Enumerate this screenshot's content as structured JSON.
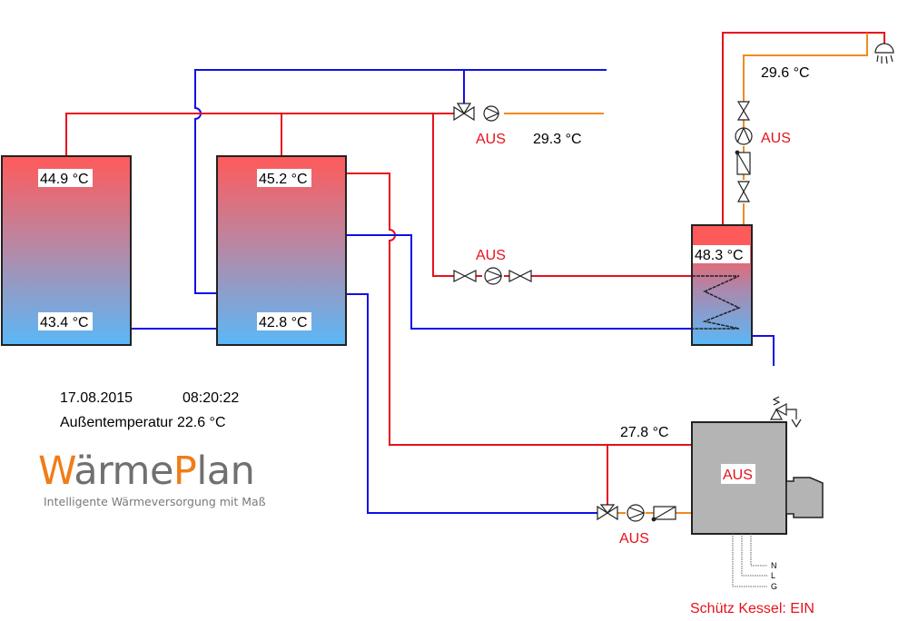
{
  "colors": {
    "hot_pipe": "#e8101a",
    "cold_pipe": "#1010e8",
    "dhw_pipe": "#f08a20",
    "tank_top": "#ff5a5a",
    "tank_bottom": "#5ab8f8",
    "boiler": "#b4b4b4",
    "status_text": "#e8101a",
    "logo_accent": "#f07d18",
    "logo_gray": "#707070"
  },
  "buffer_tank_1": {
    "top_temp": "44.9 °C",
    "bottom_temp": "43.4 °C"
  },
  "buffer_tank_2": {
    "top_temp": "45.2 °C",
    "bottom_temp": "42.8 °C"
  },
  "heating_circuit": {
    "pump_status": "AUS",
    "flow_temp": "29.3 °C"
  },
  "dhw_loading": {
    "pump_status": "AUS"
  },
  "dhw_tank": {
    "temp": "48.3 °C"
  },
  "circulation": {
    "temp": "29.6 °C",
    "pump_status": "AUS"
  },
  "boiler": {
    "flow_temp": "27.8 °C",
    "status": "AUS",
    "pump_status": "AUS",
    "contactor_label": "Schütz Kessel: EIN",
    "terminals": [
      "N",
      "L",
      "G"
    ]
  },
  "info": {
    "date": "17.08.2015",
    "time": "08:20:22",
    "outdoor_temp_label": "Außentemperatur 22.6 °C"
  },
  "logo": {
    "part1_accent": "W",
    "part1_rest": "ärme",
    "part2_accent": "P",
    "part2_rest": "lan",
    "tagline": "Intelligente Wärmeversorgung mit Maß"
  }
}
